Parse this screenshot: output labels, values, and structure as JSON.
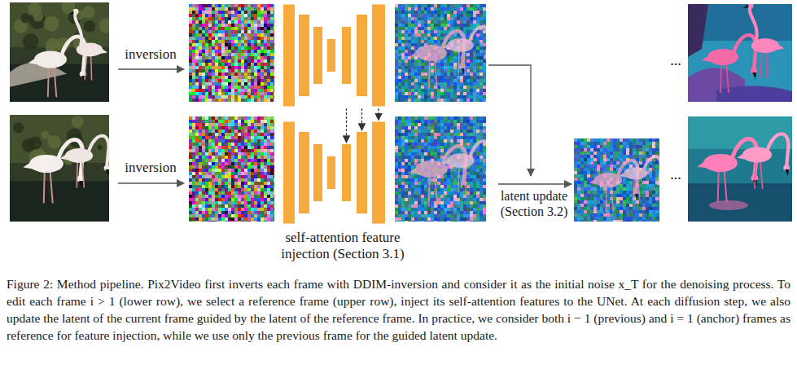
{
  "diagram": {
    "caption": "Figure 2: Method pipeline. Pix2Video first inverts each frame with DDIM-inversion and consider it as the initial noise x_T for the denoising process. To edit each frame i > 1 (lower row), we select a reference frame (upper row), inject its self-attention features to the UNet. At each diffusion step, we also update the latent of the current frame guided by the latent of the reference frame. In practice, we consider both i − 1 (previous) and i = 1 (anchor) frames as reference for feature injection, while we use only the previous frame for the guided latent update.",
    "labels": [
      "inversion",
      "...",
      "inversion",
      "latent update (Section 3.2)",
      "...",
      "self-attention feature injection (Section 3.1)"
    ]
  }
}
